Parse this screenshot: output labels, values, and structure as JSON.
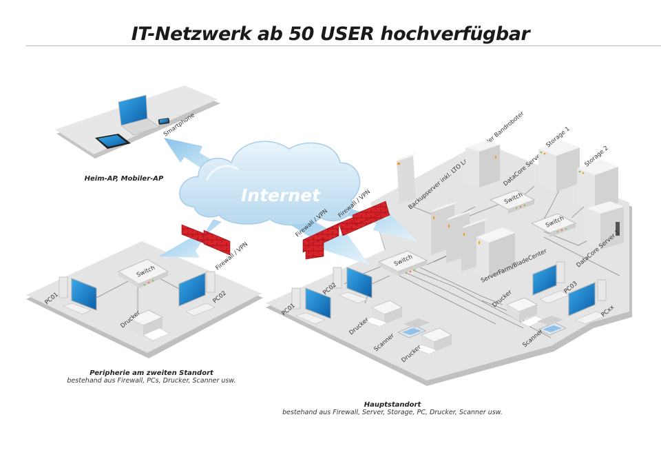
{
  "title": "IT-Netzwerk ab 50 USER hochverfügbar",
  "colors": {
    "floor": "#e4e4e4",
    "floor_shadow": "#bdbdbd",
    "cloud": "#cfe6f5",
    "arrow": "#a9d4ef",
    "firewall": "#d8232a",
    "screen": "#1e8fd6",
    "device": "#f2f2f2"
  },
  "cloud": {
    "label": "Internet"
  },
  "zones": {
    "home": {
      "caption_title": "Heim-AP, Mobiler-AP",
      "devices": [
        {
          "type": "laptop",
          "label": ""
        },
        {
          "type": "tablet",
          "label": ""
        },
        {
          "type": "smartphone",
          "label": "Smartphone"
        }
      ]
    },
    "branch": {
      "caption_title": "Peripherie am zweiten Standort",
      "caption_sub": "bestehand aus Firewall, PCs, Drucker, Scanner usw.",
      "firewall_label": "Firewall / VPN",
      "devices": [
        {
          "type": "switch",
          "label": "Switch"
        },
        {
          "type": "pc",
          "label": "PC01"
        },
        {
          "type": "pc",
          "label": "PC02"
        },
        {
          "type": "printer",
          "label": "Drucker"
        }
      ]
    },
    "hq": {
      "caption_title": "Hauptstandort",
      "caption_sub": "bestehand aus Firewall, Server, Storage, PC, Drucker, Scanner usw.",
      "firewall_labels": [
        "Firewall / VPN",
        "Firewall / VPN"
      ],
      "devices": [
        {
          "type": "server",
          "label": "Backupserver inkl. LTO Laufwerk oder Bandroboter"
        },
        {
          "type": "server",
          "label": "DataCore Server 2"
        },
        {
          "type": "storage",
          "label": "Storage 1"
        },
        {
          "type": "storage",
          "label": "Storage 2"
        },
        {
          "type": "server",
          "label": "DataCore Server 1"
        },
        {
          "type": "switch",
          "label": "Switch"
        },
        {
          "type": "switch",
          "label": "Switch"
        },
        {
          "type": "switch",
          "label": "Switch"
        },
        {
          "type": "server-farm",
          "label": "ServerFarm/BladeCenter"
        },
        {
          "type": "pc",
          "label": "PC01"
        },
        {
          "type": "pc",
          "label": "PC02"
        },
        {
          "type": "pc",
          "label": "PC03"
        },
        {
          "type": "pc",
          "label": "PCxx"
        },
        {
          "type": "printer",
          "label": "Drucker"
        },
        {
          "type": "printer",
          "label": "Drucker"
        },
        {
          "type": "printer",
          "label": "Drucker"
        },
        {
          "type": "scanner",
          "label": "Scanner"
        },
        {
          "type": "scanner",
          "label": "Scanner"
        }
      ]
    }
  }
}
